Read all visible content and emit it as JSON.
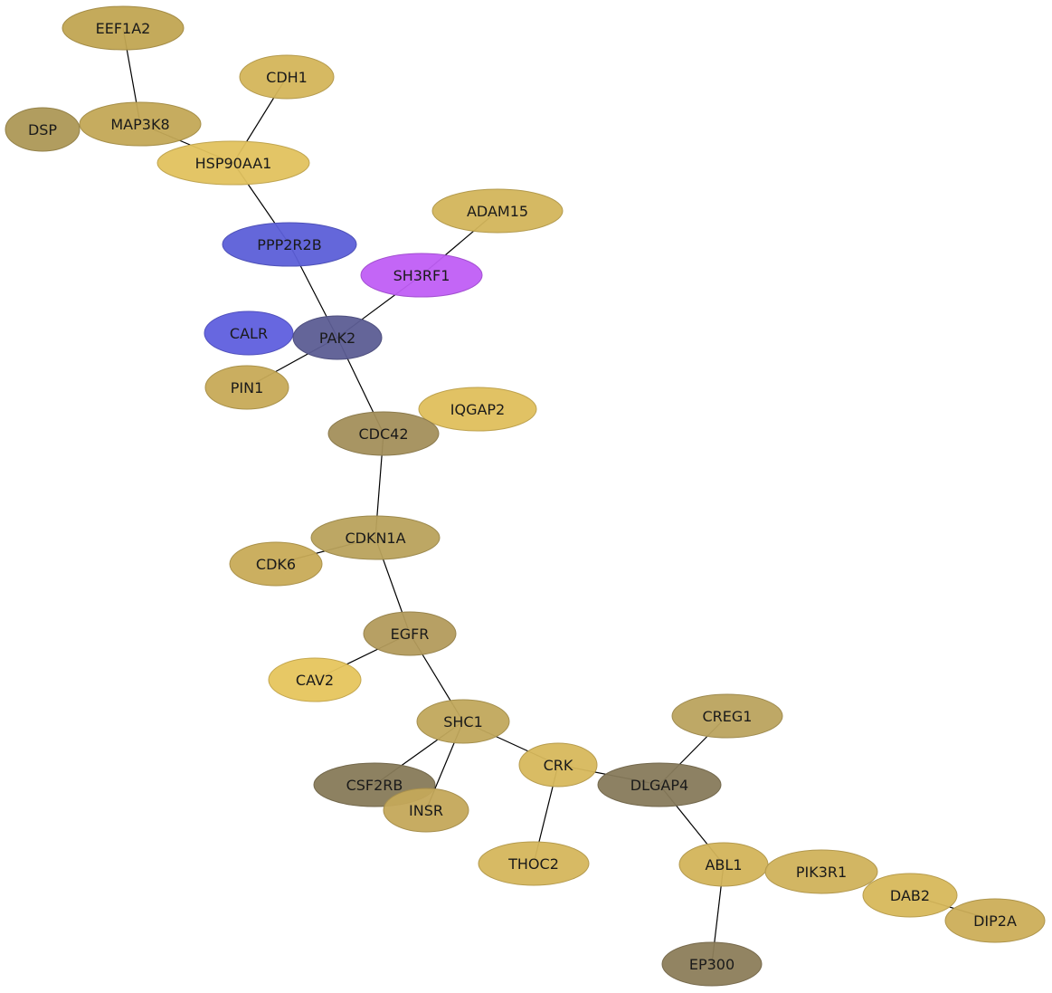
{
  "nodes": [
    {
      "id": "EEF1A2",
      "label": "EEF1A2",
      "color": "#c1a552"
    },
    {
      "id": "CDH1",
      "label": "CDH1",
      "color": "#d4b55a"
    },
    {
      "id": "DSP",
      "label": "DSP",
      "color": "#ad9856"
    },
    {
      "id": "MAP3K8",
      "label": "MAP3K8",
      "color": "#c3a856"
    },
    {
      "id": "HSP90AA1",
      "label": "HSP90AA1",
      "color": "#e2c25e"
    },
    {
      "id": "ADAM15",
      "label": "ADAM15",
      "color": "#d3b55b"
    },
    {
      "id": "PPP2R2B",
      "label": "PPP2R2B",
      "color": "#5c5fd8"
    },
    {
      "id": "SH3RF1",
      "label": "SH3RF1",
      "color": "#c05ef6"
    },
    {
      "id": "CALR",
      "label": "CALR",
      "color": "#5f5fde"
    },
    {
      "id": "PAK2",
      "label": "PAK2",
      "color": "#5c5d94"
    },
    {
      "id": "PIN1",
      "label": "PIN1",
      "color": "#c7aa57"
    },
    {
      "id": "IQGAP2",
      "label": "IQGAP2",
      "color": "#dfbf5c"
    },
    {
      "id": "CDC42",
      "label": "CDC42",
      "color": "#a38f5b"
    },
    {
      "id": "CDKN1A",
      "label": "CDKN1A",
      "color": "#b9a25c"
    },
    {
      "id": "CDK6",
      "label": "CDK6",
      "color": "#c8ab57"
    },
    {
      "id": "EGFR",
      "label": "EGFR",
      "color": "#b39b5c"
    },
    {
      "id": "CAV2",
      "label": "CAV2",
      "color": "#e6c55d"
    },
    {
      "id": "CREG1",
      "label": "CREG1",
      "color": "#bba35e"
    },
    {
      "id": "SHC1",
      "label": "SHC1",
      "color": "#c1a85c"
    },
    {
      "id": "CRK",
      "label": "CRK",
      "color": "#d7b85c"
    },
    {
      "id": "DLGAP4",
      "label": "DLGAP4",
      "color": "#877a5b"
    },
    {
      "id": "CSF2RB",
      "label": "CSF2RB",
      "color": "#877a59"
    },
    {
      "id": "INSR",
      "label": "INSR",
      "color": "#c4a85a"
    },
    {
      "id": "THOC2",
      "label": "THOC2",
      "color": "#d5b65c"
    },
    {
      "id": "ABL1",
      "label": "ABL1",
      "color": "#d3b45a"
    },
    {
      "id": "PIK3R1",
      "label": "PIK3R1",
      "color": "#d0b25b"
    },
    {
      "id": "DAB2",
      "label": "DAB2",
      "color": "#d7b85b"
    },
    {
      "id": "DIP2A",
      "label": "DIP2A",
      "color": "#ccae58"
    },
    {
      "id": "EP300",
      "label": "EP300",
      "color": "#8c7d5a"
    }
  ],
  "edges": [
    [
      "EEF1A2",
      "MAP3K8"
    ],
    [
      "MAP3K8",
      "HSP90AA1"
    ],
    [
      "CDH1",
      "HSP90AA1"
    ],
    [
      "HSP90AA1",
      "PPP2R2B"
    ],
    [
      "PPP2R2B",
      "PAK2"
    ],
    [
      "ADAM15",
      "SH3RF1"
    ],
    [
      "SH3RF1",
      "PAK2"
    ],
    [
      "PAK2",
      "PIN1"
    ],
    [
      "PAK2",
      "CDC42"
    ],
    [
      "CDC42",
      "CDKN1A"
    ],
    [
      "CDKN1A",
      "CDK6"
    ],
    [
      "CDKN1A",
      "EGFR"
    ],
    [
      "EGFR",
      "CAV2"
    ],
    [
      "EGFR",
      "SHC1"
    ],
    [
      "SHC1",
      "CSF2RB"
    ],
    [
      "SHC1",
      "INSR"
    ],
    [
      "SHC1",
      "CRK"
    ],
    [
      "CRK",
      "THOC2"
    ],
    [
      "CRK",
      "DLGAP4"
    ],
    [
      "CREG1",
      "DLGAP4"
    ],
    [
      "DLGAP4",
      "ABL1"
    ],
    [
      "ABL1",
      "EP300"
    ],
    [
      "DAB2",
      "DIP2A"
    ]
  ]
}
